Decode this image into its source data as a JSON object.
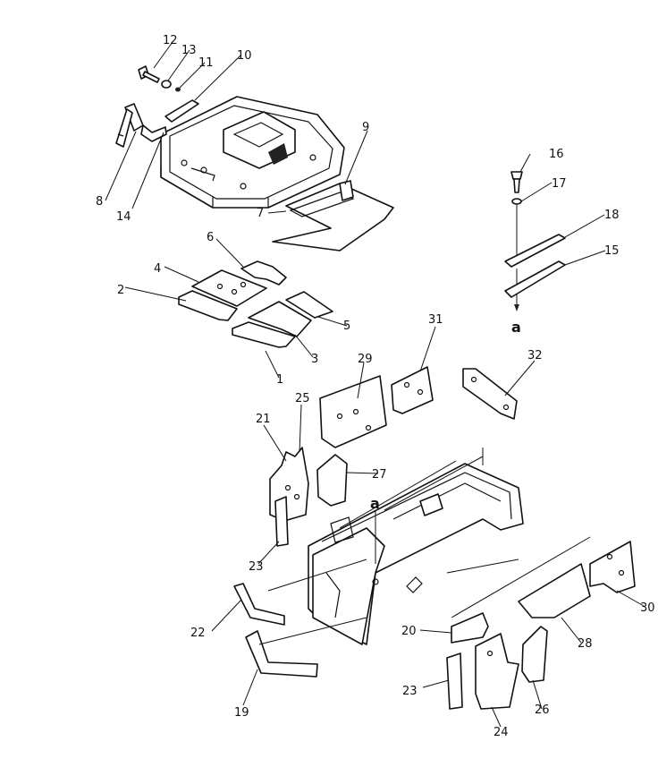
{
  "diagram": {
    "callouts": {
      "c1": "1",
      "c2": "2",
      "c3": "3",
      "c4": "4",
      "c5": "5",
      "c6": "6",
      "c7": "7",
      "c8": "8",
      "c9": "9",
      "c10": "10",
      "c11": "11",
      "c12": "12",
      "c13": "13",
      "c14": "14",
      "c15": "15",
      "c16": "16",
      "c17": "17",
      "c18": "18",
      "c19": "19",
      "c20": "20",
      "c21": "21",
      "c22": "22",
      "c23a": "23",
      "c23b": "23",
      "c24": "24",
      "c25": "25",
      "c26": "26",
      "c27": "27",
      "c28": "28",
      "c29": "29",
      "c30": "30",
      "c31": "31",
      "c32": "32",
      "ref_a_bolt": "a",
      "ref_a_frame": "a"
    }
  }
}
